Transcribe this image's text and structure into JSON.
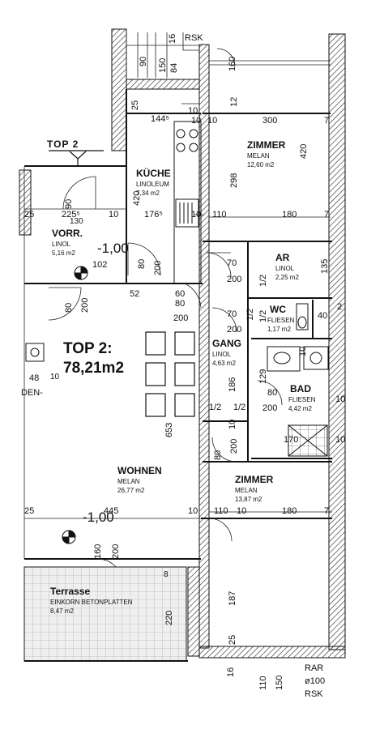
{
  "plan": {
    "top_label": "TOP 2",
    "apartment_label": "TOP 2:",
    "apartment_area": "78,21m2",
    "level_1": "-1,00",
    "level_2": "-1,00",
    "rooms": {
      "zimmer1": {
        "name": "ZIMMER",
        "material": "MELAN",
        "area": "12,60 m2"
      },
      "kueche": {
        "name": "KÜCHE",
        "material": "LINOLEUM",
        "area": "7,34 m2"
      },
      "vorr": {
        "name": "VORR.",
        "material": "LINOL",
        "area": "5,16 m2"
      },
      "ar": {
        "name": "AR",
        "material": "LINOL",
        "area": "2,25 m2"
      },
      "wc": {
        "name": "WC",
        "material": "FLIESEN",
        "area": "1,17 m2"
      },
      "gang": {
        "name": "GANG",
        "material": "LINOL",
        "area": "4,63 m2"
      },
      "bad": {
        "name": "BAD",
        "material": "FLIESEN",
        "area": "4,42 m2"
      },
      "wohnen": {
        "name": "WOHNEN",
        "material": "MELAN",
        "area": "26,77 m2"
      },
      "zimmer2": {
        "name": "ZIMMER",
        "material": "MELAN",
        "area": "13,87 m2"
      },
      "terrasse": {
        "name": "Terrasse",
        "material": "EINKORN BETONPLATTEN",
        "area": "8,47 m2"
      }
    },
    "labels": {
      "rsk_top": "RSK",
      "rar": "RAR",
      "diameter": "ø100",
      "rsk_bottom": "RSK",
      "den": "DEN-"
    },
    "dims": {
      "d16": "16",
      "d90": "90",
      "d150": "150",
      "d84": "84",
      "d25a": "25",
      "d160": "160",
      "d144": "144⁵",
      "d10a": "10",
      "d10b": "10",
      "d10c": "10",
      "d12": "12",
      "d300": "300",
      "d7a": "7",
      "d420a": "420",
      "d298": "298",
      "d420b": "420",
      "d25b": "25",
      "d2255": "225⁵",
      "d90b": "90",
      "d130": "130",
      "d10d": "10",
      "d1765": "176⁵",
      "d110a": "110",
      "d10e": "10",
      "d180a": "180",
      "d7b": "7",
      "d102": "102",
      "d80a": "80",
      "d200a": "200",
      "d135": "135",
      "d70a": "70",
      "d200b": "200",
      "d12a": "1/2",
      "d52": "52",
      "d60": "60",
      "d80b": "80",
      "d200c": "200",
      "d80c": "80",
      "d200d": "200",
      "d70b": "70",
      "d200e": "200",
      "d12b": "1/2",
      "d12c": "1/2",
      "d40": "40",
      "d2": "2",
      "d10f": "10",
      "d129": "129",
      "d48": "48",
      "d10g": "10",
      "d186": "186",
      "d80d": "80",
      "d200f": "200",
      "d10h": "10",
      "d12d": "1/2",
      "d12e": "1/2",
      "d10i": "10",
      "d653": "653",
      "d80e": "80",
      "d200g": "200",
      "d170": "170",
      "d10j": "10",
      "d25c": "25",
      "d445": "445",
      "d10k": "10",
      "d110b": "110",
      "d10l": "10",
      "d180b": "180",
      "d7c": "7",
      "d160b": "160",
      "d200h": "200",
      "d8": "8",
      "d187": "187",
      "d220": "220",
      "d25d": "25",
      "d16b": "16",
      "d110c": "110",
      "d150b": "150"
    }
  }
}
